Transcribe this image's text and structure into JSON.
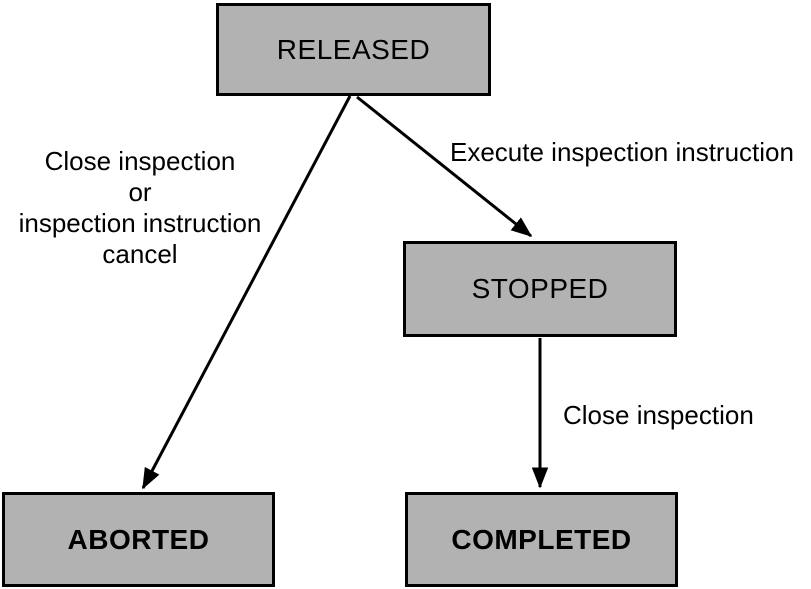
{
  "colors": {
    "background": "#ffffff",
    "node_fill": "#b2b2b2",
    "node_border": "#000000",
    "arrow": "#000000",
    "text": "#000000"
  },
  "nodes": {
    "released": {
      "label": "RELEASED"
    },
    "stopped": {
      "label": "STOPPED"
    },
    "aborted": {
      "label": "ABORTED"
    },
    "completed": {
      "label": "COMPLETED"
    }
  },
  "edges": {
    "released_to_aborted": {
      "from": "RELEASED",
      "to": "ABORTED",
      "label": "Close inspection\nor\ninspection instruction\ncancel"
    },
    "released_to_stopped": {
      "from": "RELEASED",
      "to": "STOPPED",
      "label": "Execute inspection instruction"
    },
    "stopped_to_completed": {
      "from": "STOPPED",
      "to": "COMPLETED",
      "label": "Close inspection"
    }
  }
}
